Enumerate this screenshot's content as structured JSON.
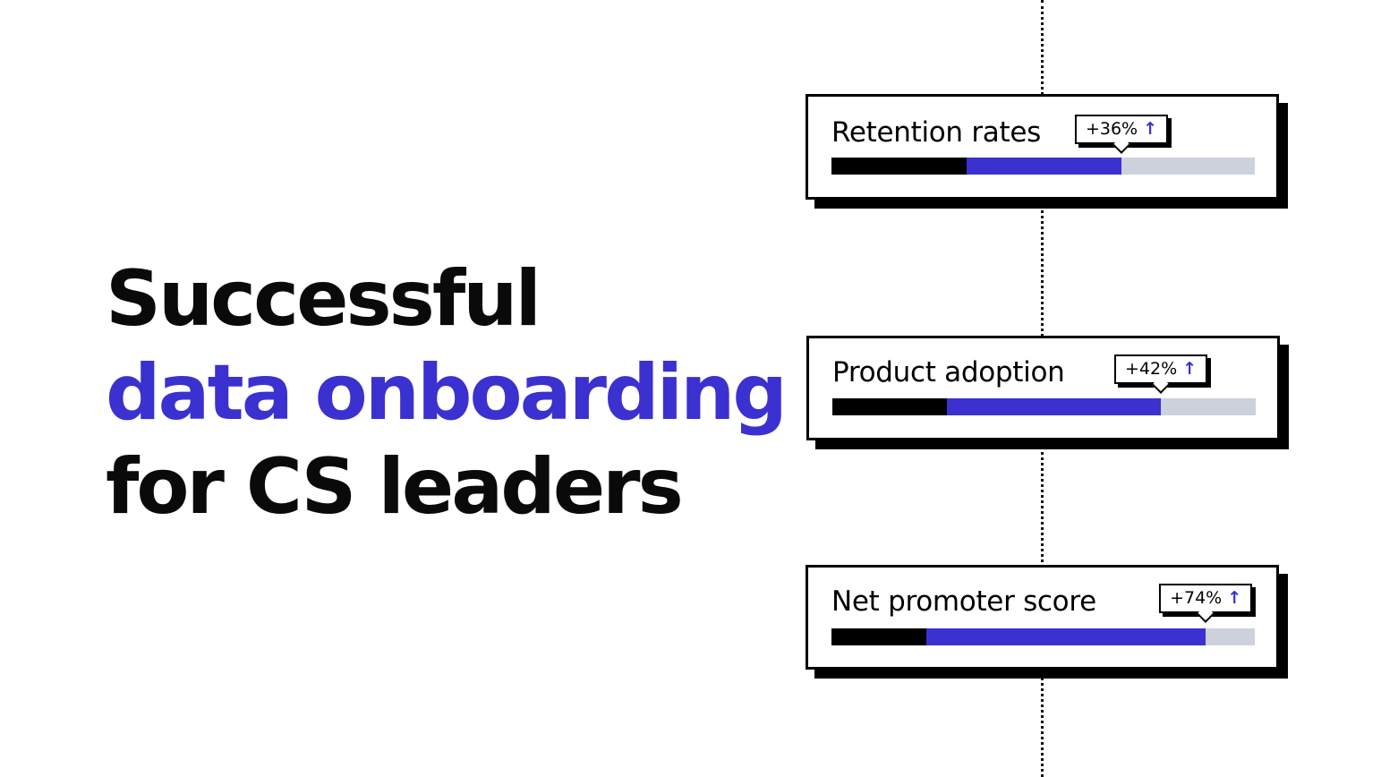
{
  "headline": {
    "line1": "Successful",
    "line2": "data onboarding",
    "line3": "for CS leaders"
  },
  "colors": {
    "accent": "#3a31d0",
    "ink": "#000000",
    "track": "#cdd1dc"
  },
  "metrics": [
    {
      "label": "Retention rates",
      "change": "+36%",
      "arrow_icon": "arrow-up-icon",
      "base_fraction": 0.32,
      "total_fraction": 0.685
    },
    {
      "label": "Product adoption",
      "change": "+42%",
      "arrow_icon": "arrow-up-icon",
      "base_fraction": 0.27,
      "total_fraction": 0.776
    },
    {
      "label": "Net promoter score",
      "change": "+74%",
      "arrow_icon": "arrow-up-icon",
      "base_fraction": 0.225,
      "total_fraction": 0.884
    }
  ]
}
